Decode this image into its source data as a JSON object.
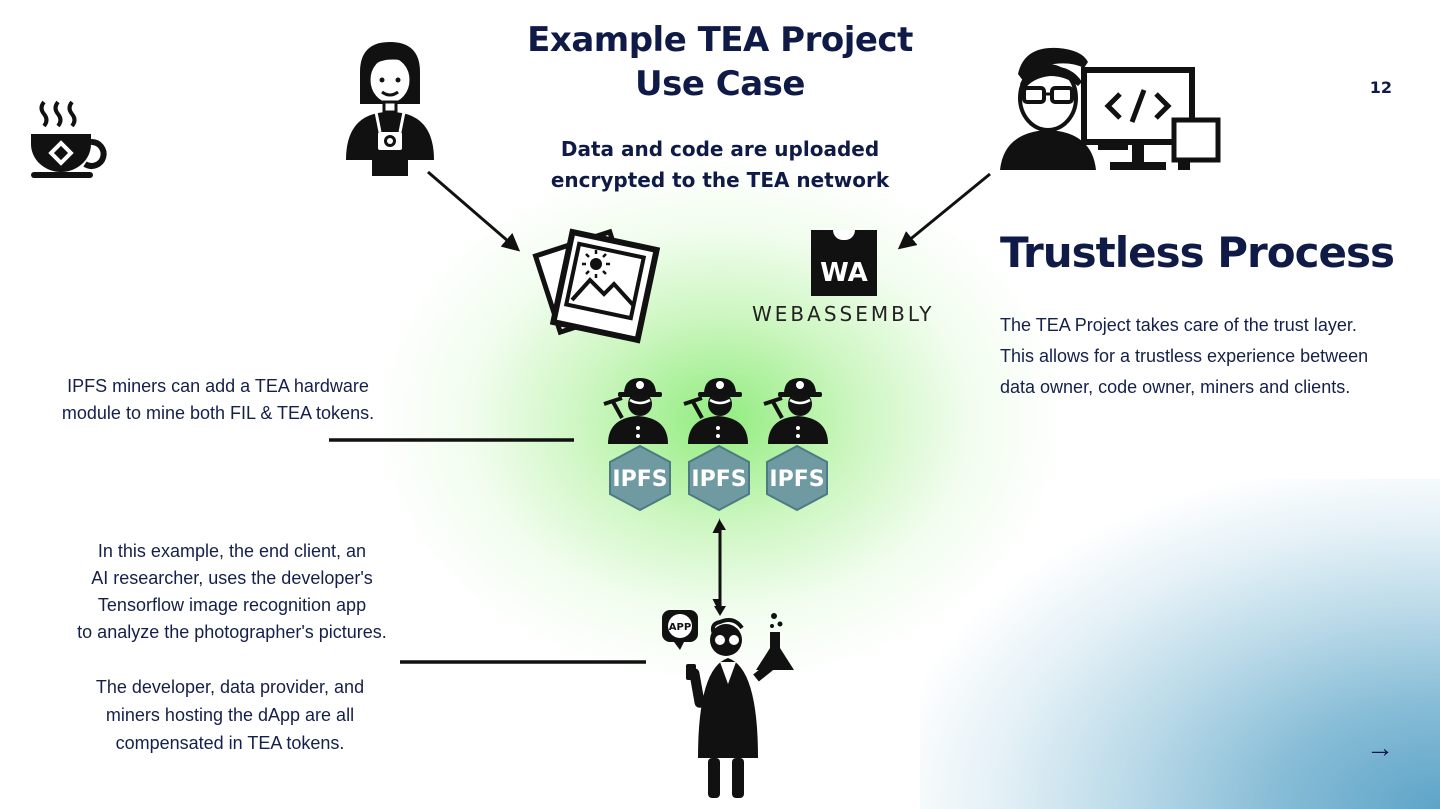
{
  "title_lines": [
    "Example TEA Project",
    "Use Case"
  ],
  "subtitle_lines": [
    "Data and code are uploaded",
    "encrypted to the TEA network"
  ],
  "page_number": "12",
  "heading": "Trustless Process",
  "right_paragraph": [
    "The TEA Project takes care of the trust layer.",
    "This allows for a trustless experience between",
    "data owner, code owner, miners and clients."
  ],
  "miners_paragraph": [
    "IPFS miners can add a TEA hardware",
    "module to mine both FIL & TEA tokens."
  ],
  "client_paragraph": [
    "In this example, the end client, an",
    "AI researcher, uses the developer's",
    "Tensorflow image recognition app",
    "to analyze the photographer's pictures."
  ],
  "compensation_paragraph": [
    "The developer, data provider, and",
    "miners hosting the dApp are all",
    "compensated in TEA tokens."
  ],
  "webassembly": {
    "badge": "WA",
    "label": "WEBASSEMBLY"
  },
  "ipfs_label": "IPFS",
  "app_bubble": "APP",
  "next_arrow": "→",
  "icons": [
    "tea-cup-icon",
    "photographer-icon",
    "developer-icon",
    "photos-icon",
    "miner-icon",
    "ipfs-node-icon",
    "scientist-icon"
  ]
}
